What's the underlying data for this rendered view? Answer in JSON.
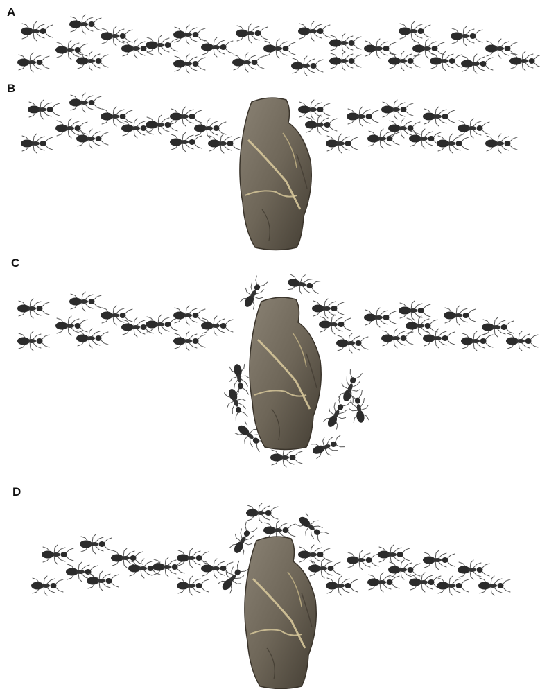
{
  "panels": [
    {
      "label": "A",
      "has_rock": false
    },
    {
      "label": "B",
      "has_rock": true
    },
    {
      "label": "C",
      "has_rock": true
    },
    {
      "label": "D",
      "has_rock": true
    }
  ],
  "colors": {
    "ant_body": "#2b2b2b",
    "ant_legs": "#555555",
    "rock_fill": "#6e6658",
    "rock_dark": "#4a443a",
    "rock_vein": "#d6c79a"
  },
  "icons": {
    "ant": "ant-icon",
    "rock": "rock-icon"
  }
}
